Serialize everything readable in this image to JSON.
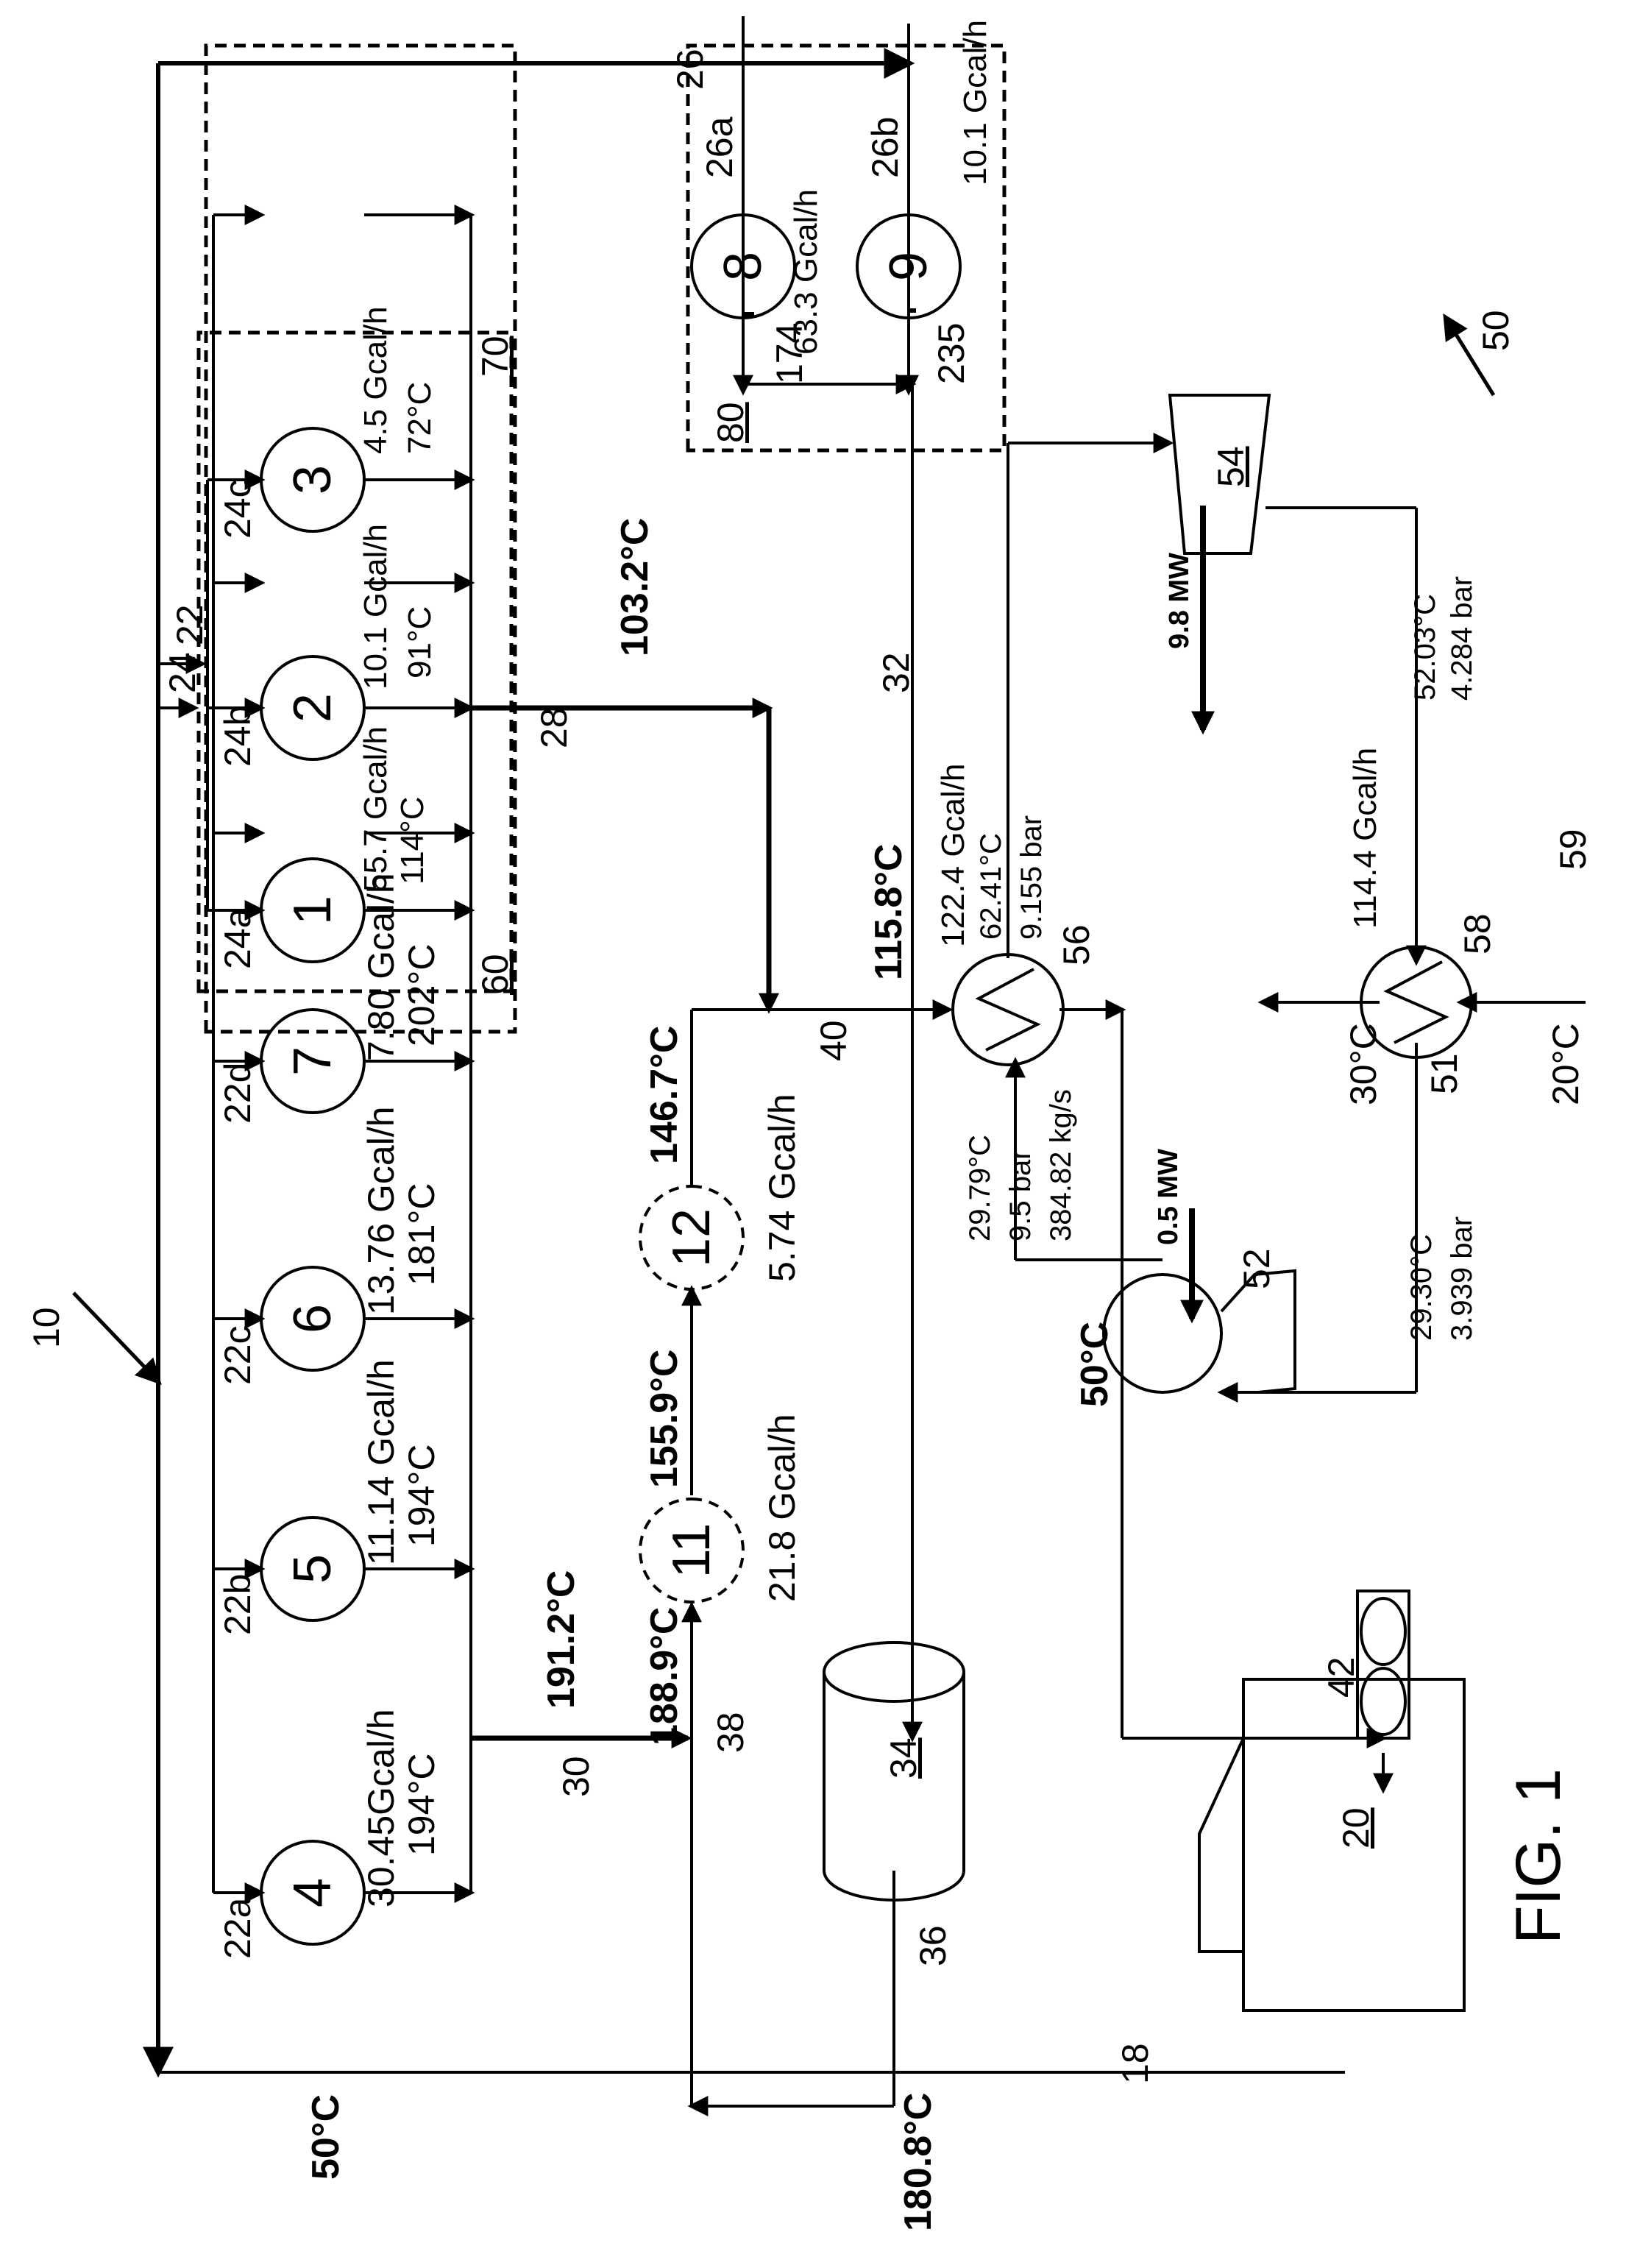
{
  "figure": {
    "caption": "FIG. 1",
    "system_ref": "10",
    "orc_ref": "50"
  },
  "nodes": [
    {
      "id": "1",
      "ref": "24a",
      "duty": "55.7 Gcal/h",
      "temp": "114°C",
      "dashed": false
    },
    {
      "id": "2",
      "ref": "24b",
      "duty": "10.1 Gcal/h",
      "temp": "91°C",
      "dashed": false
    },
    {
      "id": "3",
      "ref": "24c",
      "duty": "4.5 Gcal/h",
      "temp": "72°C",
      "dashed": false
    },
    {
      "id": "4",
      "ref": "22a",
      "duty": "30.45Gcal/h",
      "temp": "194°C",
      "dashed": false
    },
    {
      "id": "5",
      "ref": "22b",
      "duty": "11.14 Gcal/h",
      "temp": "194°C",
      "dashed": false
    },
    {
      "id": "6",
      "ref": "22c",
      "duty": "13.76 Gcal/h",
      "temp": "181°C",
      "dashed": false
    },
    {
      "id": "7",
      "ref": "22d",
      "duty": "7.80 Gcal/h",
      "temp": "202°C",
      "dashed": false
    },
    {
      "id": "8",
      "ref": "26a",
      "duty": "63.3 Gcal/h",
      "tag": "174",
      "dashed": false
    },
    {
      "id": "9",
      "ref": "26b",
      "duty": "10.1 Gcal/h",
      "tag": "235",
      "dashed": false
    },
    {
      "id": "11",
      "duty": "21.8 Gcal/h",
      "dashed": true
    },
    {
      "id": "12",
      "duty": "5.74 Gcal/h",
      "dashed": true
    }
  ],
  "boxes": {
    "box60": "60",
    "box70": "70",
    "box80": "80"
  },
  "streams": {
    "s18": "18",
    "s22": "22",
    "s24": "24",
    "s26": "26",
    "s28": "28",
    "s30": "30",
    "s32": "32",
    "s36": "36",
    "s38": "38",
    "s40": "40",
    "s51": "51",
    "s59": "59"
  },
  "temperatures": {
    "t103": "103.2°C",
    "t191": "191.2°C",
    "t188": "188.9°C",
    "t155": "155.9°C",
    "t146": "146.7°C",
    "t115": "115.8°C",
    "t50a": "50°C",
    "t180": "180.8°C",
    "t50b": "50°C"
  },
  "equipment": {
    "tank": "34",
    "reactor": "20",
    "cooler": "42",
    "evaporator": "56",
    "pump": "52",
    "turbine": "54",
    "condenser": "58"
  },
  "orc": {
    "evap_duty": "122.4 Gcal/h",
    "evap_out_temp": "62.41°C",
    "evap_out_press": "9.155 bar",
    "pump_out_temp": "29.79°C",
    "pump_out_press": "9.5 bar",
    "flow": "384.82 kg/s",
    "pump_power": "0.5 MW",
    "turbine_power": "9.8 MW",
    "turb_out_temp": "52.03°C",
    "turb_out_press": "4.284 bar",
    "cond_duty": "114.4 Gcal/h",
    "cond_out_temp": "29.30°C",
    "cond_out_press": "3.939 bar",
    "cw_out": "30°C",
    "cw_in": "20°C"
  }
}
